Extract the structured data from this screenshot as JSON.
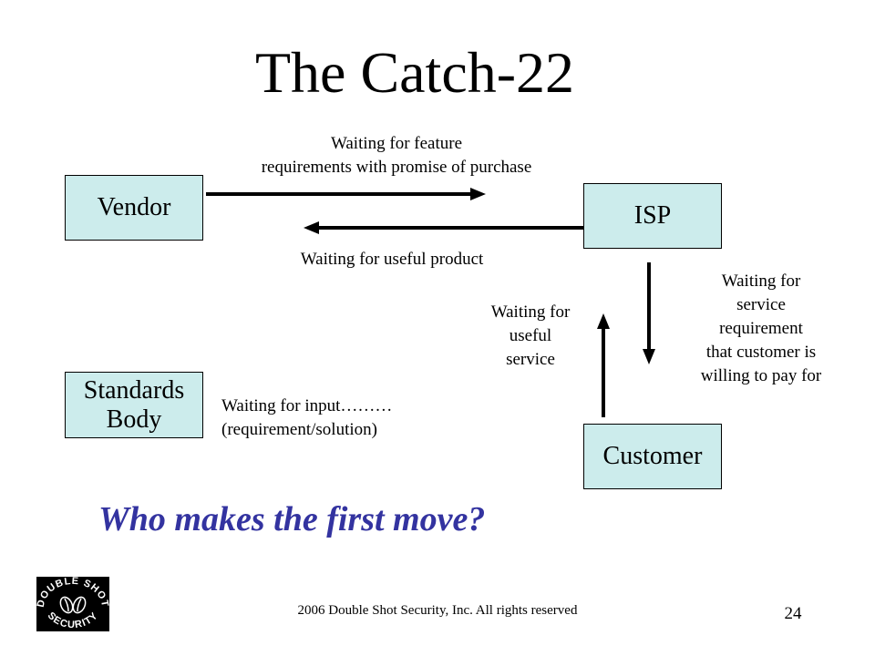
{
  "title": "The Catch-22",
  "nodes": {
    "vendor": "Vendor",
    "isp": "ISP",
    "standards_body": [
      "Standards",
      "Body"
    ],
    "customer": "Customer"
  },
  "edges": {
    "vendor_to_isp": [
      "Waiting for feature",
      "requirements with promise of purchase"
    ],
    "isp_to_vendor": [
      "Waiting for useful product"
    ],
    "customer_to_isp": [
      "Waiting for",
      "useful",
      "service"
    ],
    "isp_to_customer": [
      "Waiting for",
      "service",
      "requirement",
      "that customer is",
      "willing to pay for"
    ],
    "standards_body": [
      "Waiting for input………",
      "(requirement/solution)"
    ]
  },
  "question": "Who makes the first move?",
  "footer": {
    "copyright": "2006 Double Shot Security, Inc. All rights reserved",
    "page_number": "24"
  },
  "logo": {
    "top_text": "DOUBLE SHOT",
    "bottom_text": "SECURITY"
  },
  "colors": {
    "box_fill": "#ccecec",
    "question_text": "#3333a0"
  }
}
